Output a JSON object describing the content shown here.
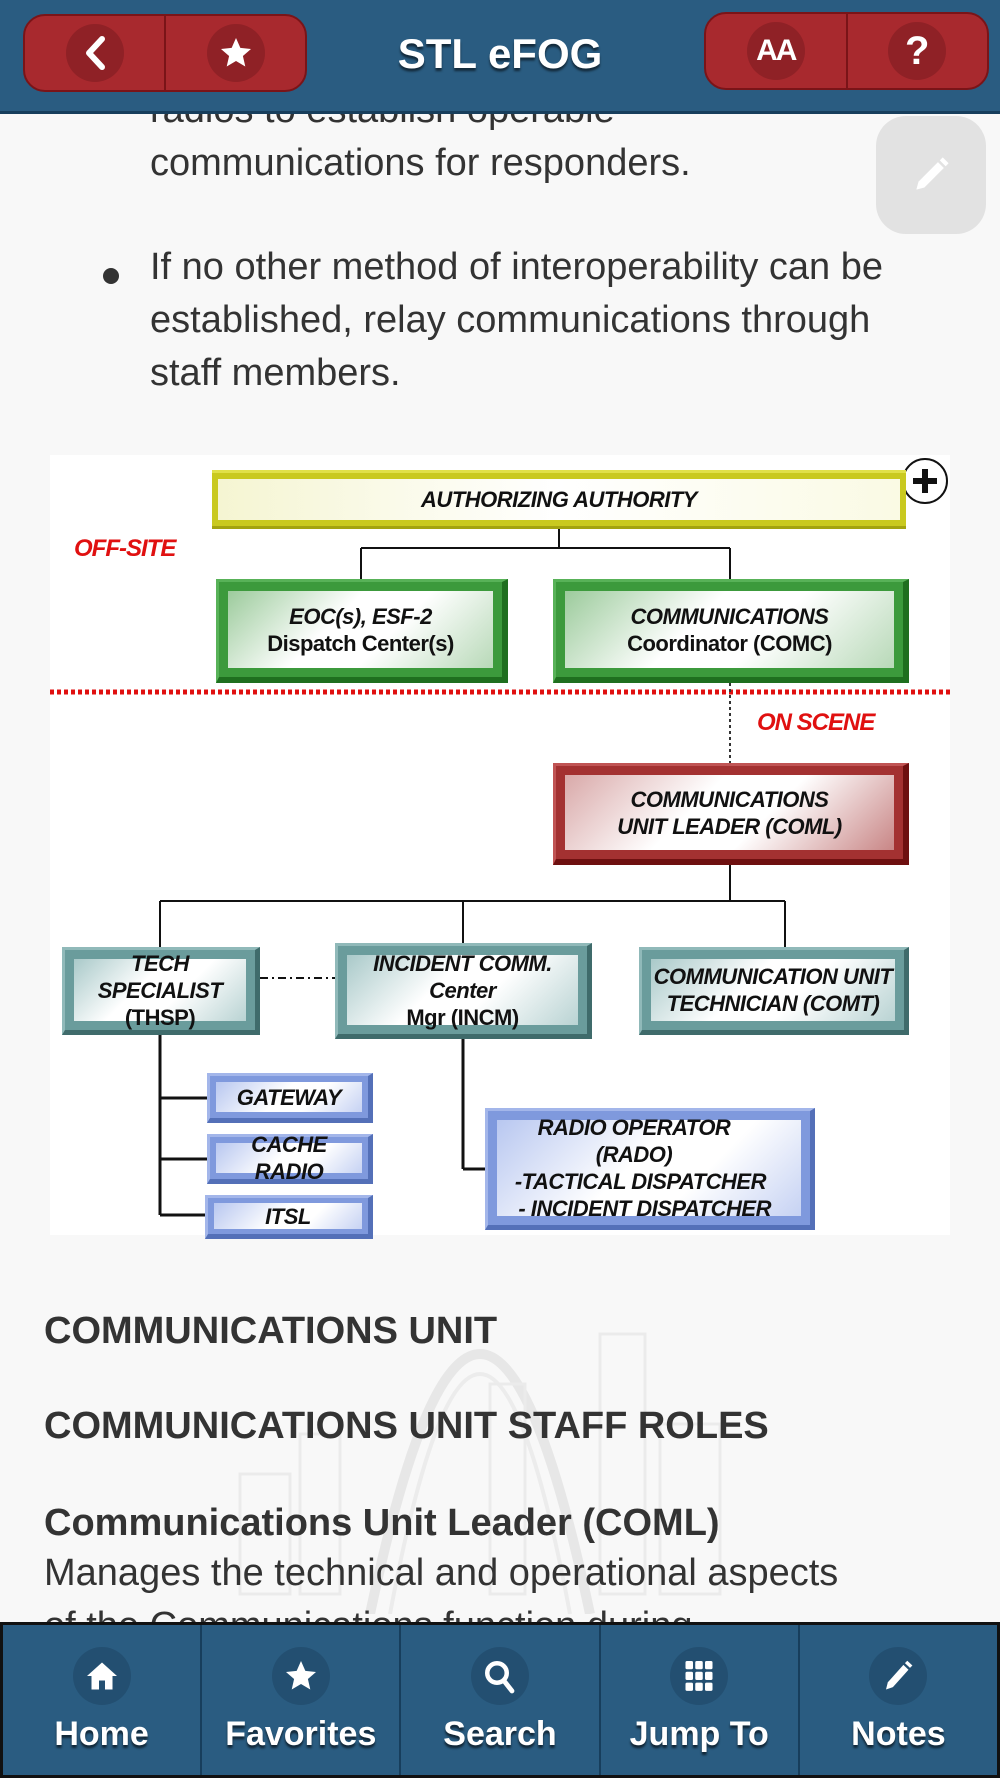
{
  "header": {
    "title": "STL eFOG",
    "back_icon": "chevron-left-icon",
    "favorite_icon": "star-icon",
    "text_size_label": "AA",
    "help_label": "?"
  },
  "content": {
    "partial_paragraph": {
      "line1": "radios to establish operable",
      "line2": "communications for responders."
    },
    "bullet": "If no other method of interoperability can be established, relay communications through staff members.",
    "floating_note_icon": "pencil-icon"
  },
  "org_chart": {
    "zoom_icon": "plus-circle-icon",
    "zones": {
      "off_site": "OFF-SITE",
      "on_scene": "ON SCENE"
    },
    "nodes": {
      "authorizing_authority": "AUTHORIZING AUTHORITY",
      "eoc_line1": "EOC(s), ESF-2",
      "eoc_line2": "Dispatch Center(s)",
      "comc_line1": "COMMUNICATIONS",
      "comc_line2": "Coordinator (COMC)",
      "coml_line1": "COMMUNICATIONS",
      "coml_line2": "UNIT LEADER (COML)",
      "thsp_line1": "TECH SPECIALIST",
      "thsp_line2": "(THSP)",
      "incm_line1": "INCIDENT COMM. Center",
      "incm_line2": "Mgr (INCM)",
      "comt_line1": "COMMUNICATION UNIT",
      "comt_line2": "TECHNICIAN (COMT)",
      "gateway": "GATEWAY",
      "cache_radio": "CACHE RADIO",
      "itsl": "ITSL",
      "rado_line1": "RADIO OPERATOR (RADO)",
      "rado_line2": "-TACTICAL DISPATCHER",
      "rado_line3": "- INCIDENT DISPATCHER"
    }
  },
  "sections": {
    "heading1": "COMMUNICATIONS UNIT",
    "heading2": "COMMUNICATIONS UNIT STAFF ROLES",
    "subheading": "Communications Unit Leader (COML)",
    "body": "Manages the technical and operational aspects",
    "body_cut": "of the Communications function during"
  },
  "tabbar": {
    "items": [
      {
        "label": "Home",
        "icon": "home-icon"
      },
      {
        "label": "Favorites",
        "icon": "star-icon"
      },
      {
        "label": "Search",
        "icon": "search-icon"
      },
      {
        "label": "Jump To",
        "icon": "grid-icon"
      },
      {
        "label": "Notes",
        "icon": "pencil-icon"
      }
    ]
  },
  "colors": {
    "header_bg": "#2a5c81",
    "header_button": "#a8292e",
    "off_site_label": "#e01010"
  }
}
